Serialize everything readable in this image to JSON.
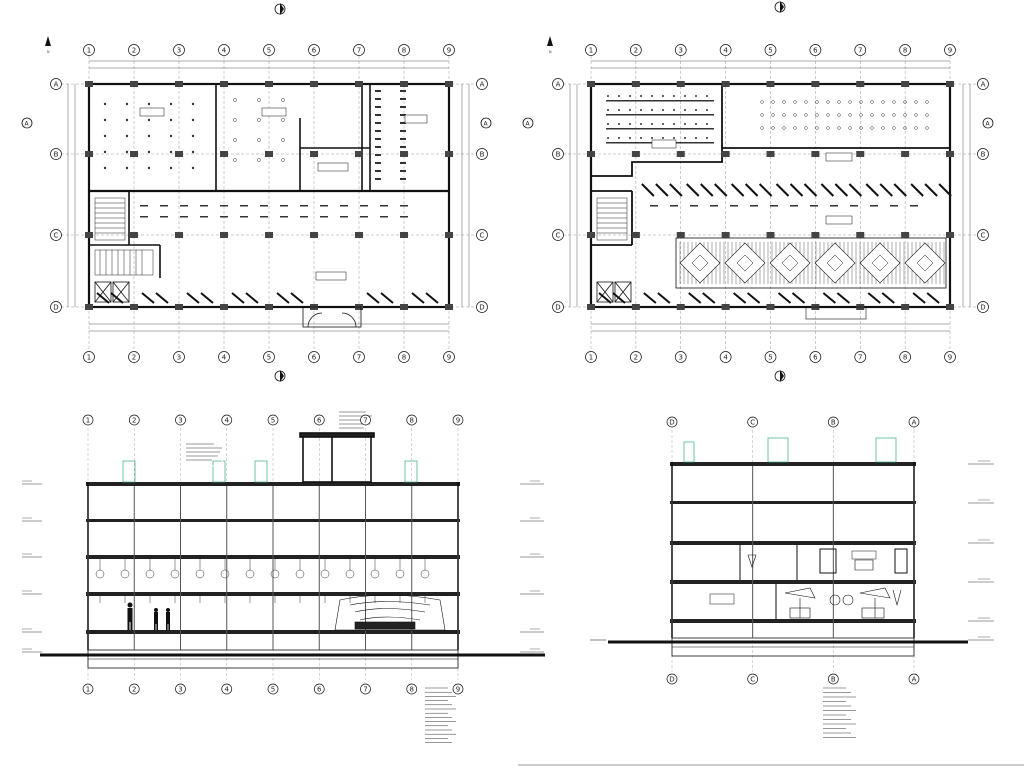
{
  "north_label": "N",
  "plans": {
    "ground": {
      "col_labels": [
        "1",
        "2",
        "3",
        "4",
        "5",
        "6",
        "7",
        "8",
        "9"
      ],
      "row_labels": [
        "A",
        "B",
        "C",
        "D"
      ],
      "section_marker": "A"
    },
    "first": {
      "col_labels": [
        "1",
        "2",
        "3",
        "4",
        "5",
        "6",
        "7",
        "8",
        "9"
      ],
      "row_labels": [
        "A",
        "B",
        "C",
        "D"
      ],
      "section_marker": "A"
    }
  },
  "sections": {
    "long": {
      "col_labels": [
        "1",
        "2",
        "3",
        "4",
        "5",
        "6",
        "7",
        "8",
        "9"
      ]
    },
    "cross": {
      "col_labels": [
        "D",
        "C",
        "B",
        "A"
      ]
    }
  }
}
